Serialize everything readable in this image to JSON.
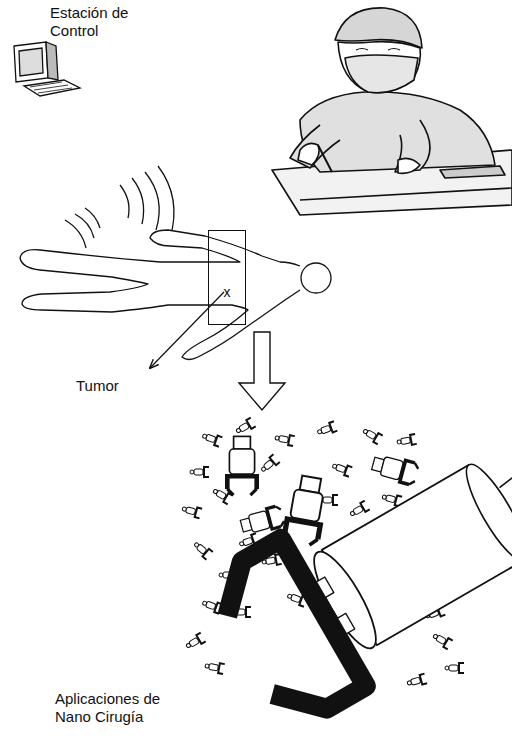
{
  "diagram": {
    "nodes": [
      {
        "text": [
          "x"
        ]
      }
    ],
    "labels": [
      "Estación de Control",
      "Tumor",
      "Aplicaciones de Nano Cirugía"
    ]
  }
}
